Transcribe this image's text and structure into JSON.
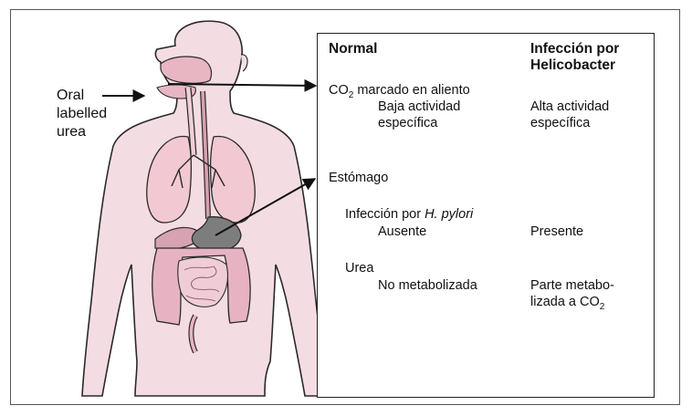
{
  "left_label": {
    "line1": "Oral",
    "line2": "labelled",
    "line3": "urea"
  },
  "table": {
    "col_normal": "Normal",
    "col_infection_l1": "Infección por",
    "col_infection_l2": "Helicobacter",
    "breath": {
      "label_prefix": "CO",
      "label_sub": "2",
      "label_suffix": " marcado en aliento",
      "normal_l1": "Baja actividad",
      "normal_l2": "específica",
      "infection_l1": "Alta actividad",
      "infection_l2": "específica"
    },
    "stomach": {
      "label": "Estómago"
    },
    "hpylori": {
      "label_prefix": "Infección por ",
      "label_italic": "H. pylori",
      "normal": "Ausente",
      "infection": "Presente"
    },
    "urea": {
      "label": "Urea",
      "normal": "No metabolizada",
      "infection_l1": "Parte metabo-",
      "infection_l2_prefix": "lizada a CO",
      "infection_l2_sub": "2"
    }
  },
  "colors": {
    "skin": "#f4dde2",
    "outline": "#2a2a2a",
    "lung": "#f2c9d2",
    "intestine": "#e7b3c2",
    "stomach": "#7d7d7d"
  }
}
